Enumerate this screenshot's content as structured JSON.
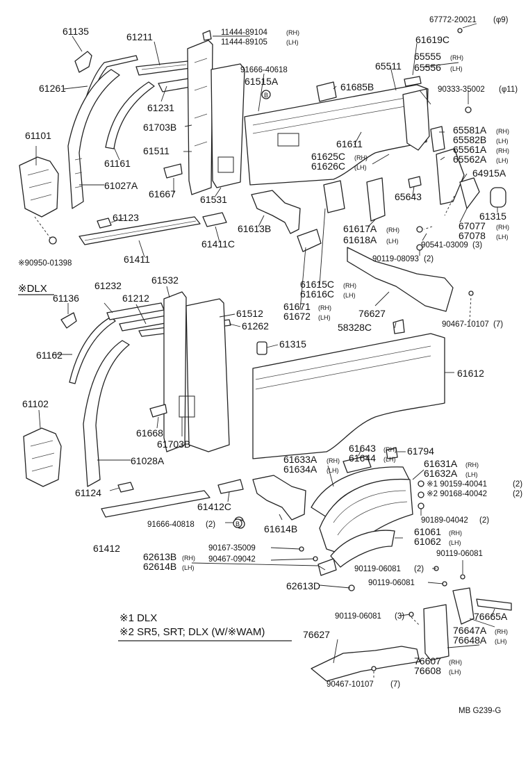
{
  "labels": {
    "p61135": "61135",
    "p61211": "61211",
    "p11444_89104": "11444-89104",
    "sfx_rh1": "(RH)",
    "p11444_89105": "11444-89105",
    "sfx_lh1": "(LH)",
    "p67772": "67772-20021",
    "sfx_phi9": "(φ9)",
    "p61619C": "61619C",
    "p65555": "65555",
    "sfx_rh2": "(RH)",
    "p65556": "65556",
    "sfx_lh2": "(LH)",
    "p65511": "65511",
    "p91666_40618": "91666-40618",
    "p61515A": "61515A",
    "p61685B": "61685B",
    "p90333": "90333-35002",
    "sfx_phi11": "(φ11)",
    "p61261": "61261",
    "p61231": "61231",
    "p61703B_top": "61703B",
    "p61101": "61101",
    "p61161": "61161",
    "p61511": "61511",
    "p61611": "61611",
    "p61625C": "61625C",
    "sfx_rh3": "(RH)",
    "p61626C": "61626C",
    "sfx_lh3": "(LH)",
    "p65581A": "65581A",
    "sfx_rh4": "(RH)",
    "p65582B": "65582B",
    "sfx_lh4": "(LH)",
    "p65561A": "65561A",
    "sfx_rh5": "(RH)",
    "p65562A": "65562A",
    "sfx_lh5": "(LH)",
    "p64915A": "64915A",
    "p61027A": "61027A",
    "p61667": "61667",
    "p61531": "61531",
    "p65643": "65643",
    "p61123": "61123",
    "p61613B": "61613B",
    "p61617A": "61617A",
    "sfx_rh6": "(RH)",
    "p61618A": "61618A",
    "sfx_lh6": "(LH)",
    "p61315_top": "61315",
    "p67077": "67077",
    "sfx_rh7": "(RH)",
    "p67078": "67078",
    "sfx_lh7": "(LH)",
    "p61411C": "61411C",
    "p90541": "90541-03009",
    "sfx_3a": "(3)",
    "p90950": "※90950-01398",
    "p61411": "61411",
    "p90119_08093": "90119-08093",
    "sfx_2a": "(2)",
    "dlx_header": "※DLX",
    "p61232": "61232",
    "p61532": "61532",
    "p61136": "61136",
    "p61212": "61212",
    "p61512": "61512",
    "p61262": "61262",
    "p61615C": "61615C",
    "sfx_rh8": "(RH)",
    "p61616C": "61616C",
    "sfx_lh8": "(LH)",
    "p61671": "61671",
    "sfx_rh9": "(RH)",
    "p61672": "61672",
    "sfx_lh9": "(LH)",
    "p76627_top": "76627",
    "p90467_top": "90467-10107",
    "sfx_7a": "(7)",
    "p58328C": "58328C",
    "p61162": "61162",
    "p61315_mid": "61315",
    "p61612": "61612",
    "p61102": "61102",
    "p61668": "61668",
    "p61703B_bot": "61703B",
    "p61643": "61643",
    "sfx_rh10": "(RH)",
    "p61644": "61644",
    "sfx_lh10": "(LH)",
    "p61794": "61794",
    "p61633A": "61633A",
    "sfx_rh11": "(RH)",
    "p61634A": "61634A",
    "sfx_lh11": "(LH)",
    "p61631A": "61631A",
    "sfx_rh12": "(RH)",
    "p61632A": "61632A",
    "sfx_lh12": "(LH)",
    "p61028A": "61028A",
    "p90159": "※1 90159-40041",
    "sfx_2b": "(2)",
    "p90168": "※2 90168-40042",
    "sfx_2c": "(2)",
    "p61124": "61124",
    "p61412C": "61412C",
    "p90189": "90189-04042",
    "sfx_2d": "(2)",
    "p91666_40818": "91666-40818",
    "sfx_2e": "(2)",
    "p61614B": "61614B",
    "p61061": "61061",
    "sfx_rh13": "(RH)",
    "p61062": "61062",
    "sfx_lh13": "(LH)",
    "p61412": "61412",
    "p90167": "90167-35009",
    "p90119_06081_a": "90119-06081",
    "p62613B": "62613B",
    "sfx_rh14": "(RH)",
    "p90467_09042": "90467-09042",
    "p62614B": "62614B",
    "sfx_lh14": "(LH)",
    "p90119_06081_b": "90119-06081",
    "sfx_2f": "(2)",
    "p90119_06081_c": "90119-06081",
    "p62613D": "62613D",
    "p90119_06081_d": "90119-06081",
    "sfx_3b": "(3)",
    "p76665A": "76665A",
    "p76647A": "76647A",
    "sfx_rh15": "(RH)",
    "p76648A": "76648A",
    "sfx_lh15": "(LH)",
    "p76627_bot": "76627",
    "p76607": "76607",
    "sfx_rh16": "(RH)",
    "p76608": "76608",
    "sfx_lh16": "(LH)",
    "p90467_bot": "90467-10107",
    "sfx_7b": "(7)",
    "code": "MB  G239-G",
    "circle_b": "B"
  },
  "notes": {
    "note1": "※1 DLX",
    "note2": "※2 SR5, SRT; DLX (W/※WAM)"
  }
}
